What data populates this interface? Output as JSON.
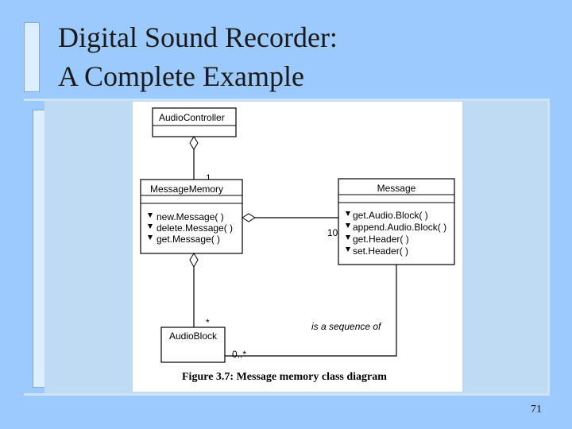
{
  "slide": {
    "title_line1": "Digital Sound Recorder:",
    "title_line2": "A Complete Example",
    "page_number": "71"
  },
  "diagram": {
    "classes": {
      "audio_controller": "AudioController",
      "message_memory": "MessageMemory",
      "message": "Message",
      "audio_block": "AudioBlock"
    },
    "message_memory_ops": [
      "new.Message( )",
      "delete.Message( )",
      "get.Message( )"
    ],
    "message_ops": [
      "get.Audio.Block( )",
      "append.Audio.Block( )",
      "get.Header( )",
      "set.Header( )"
    ],
    "multiplicities": {
      "controller_memory": "1",
      "memory_message": "10",
      "memory_audioblock": "*",
      "message_audioblock": "0..*"
    },
    "association_label": "is a sequence of",
    "caption": "Figure 3.7: Message memory class diagram"
  }
}
